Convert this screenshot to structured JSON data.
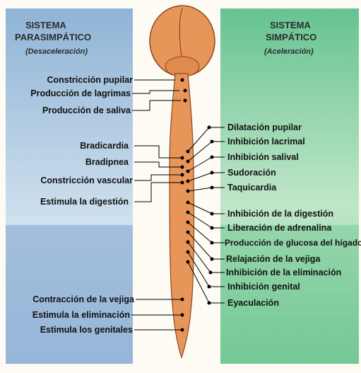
{
  "parasympathetic": {
    "title_line1": "SISTEMA",
    "title_line2": "PARASIMPÁTICO",
    "subtitle": "(Desaceleración)",
    "effects": [
      "Constricción pupilar",
      "Producción de lagrimas",
      "Producción de saliva",
      "Bradicardia",
      "Bradipnea",
      "Constricción vascular",
      "Estimula la digestión",
      "Contracción de la vejiga",
      "Estimula la eliminación",
      "Estimula los genitales"
    ]
  },
  "sympathetic": {
    "title_line1": "SISTEMA",
    "title_line2": "SIMPÁTICO",
    "subtitle": "(Aceleración)",
    "effects": [
      "Dilatación pupilar",
      "Inhibición lacrimal",
      "Inhibición salival",
      "Sudoración",
      "Taquicardia",
      "Inhibición de la digestión",
      "Liberación de adrenalina",
      "Producción de glucosa del hígado",
      "Relajación de la vejiga",
      "Inhibición de la eliminación",
      "Inhibición genital",
      "Eyaculación"
    ]
  },
  "colors": {
    "left_panel": "#a9c6e0",
    "right_panel": "#8fd3a9",
    "spine": "#e8955a"
  }
}
